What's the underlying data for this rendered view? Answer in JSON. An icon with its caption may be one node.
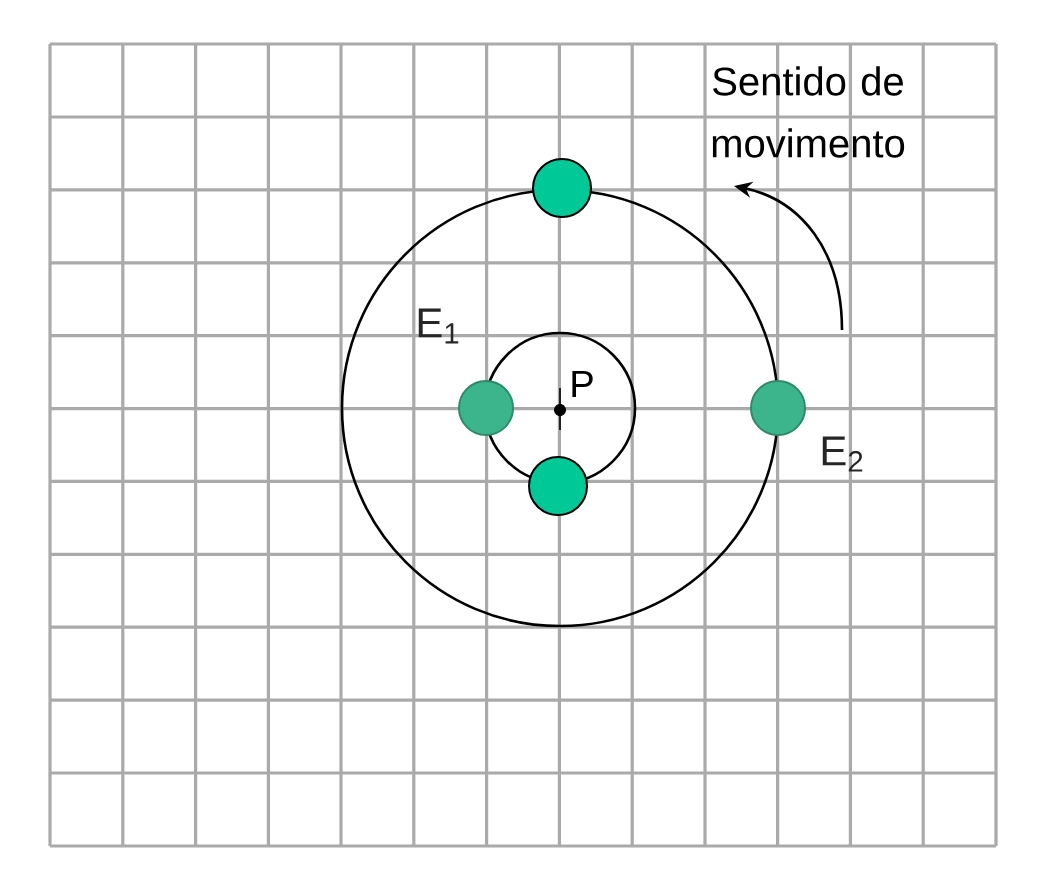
{
  "diagram": {
    "nodes": [
      {
        "text": [],
        "shape": "circle"
      },
      {
        "text": [],
        "shape": "circle",
        "beside": [
          "E$_{1}$"
        ]
      },
      {
        "text": [],
        "shape": "circle",
        "beside": [
          "E$_{2}$"
        ]
      },
      {
        "text": [],
        "shape": "circle"
      }
    ],
    "labels": [
      "P",
      "Sentido de movimento"
    ]
  }
}
